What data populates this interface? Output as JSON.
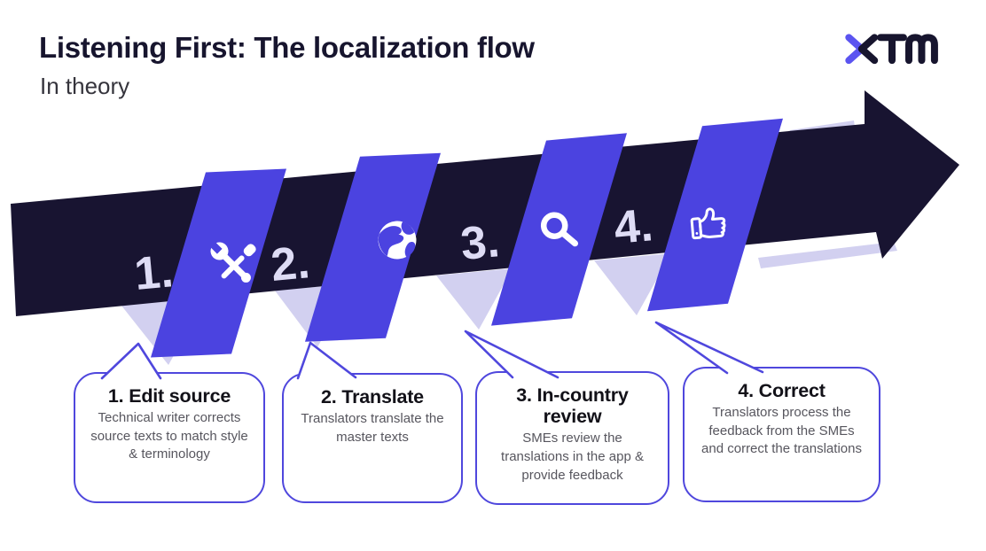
{
  "header": {
    "title": "Listening First: The localization flow",
    "subtitle": "In theory"
  },
  "logo": {
    "brand": "XTM"
  },
  "flow": {
    "shape": "ascending process arrow, left to right",
    "steps": [
      {
        "number": "1.",
        "icon": "tools-icon"
      },
      {
        "number": "2.",
        "icon": "globe-icon"
      },
      {
        "number": "3.",
        "icon": "magnifier-icon"
      },
      {
        "number": "4.",
        "icon": "thumbs-up-icon"
      }
    ]
  },
  "callouts": [
    {
      "title": "1. Edit source",
      "body": "Technical writer corrects source texts to match style & terminology"
    },
    {
      "title": "2. Translate",
      "body": "Translators translate the master texts"
    },
    {
      "title": "3. In-country review",
      "body": "SMEs review the translations in the app & provide feedback"
    },
    {
      "title": "4. Correct",
      "body": "Translators process the feedback from the SMEs and correct the translations"
    }
  ],
  "colors": {
    "background": "#ffffff",
    "arrow_dark": "#181431",
    "ribbon_blue": "#4b43e0",
    "lavender": "#d2d0f0",
    "step_number": "#dedcf5",
    "bubble_border": "#4f47dd",
    "title_text": "#17152e",
    "body_text": "#57565e",
    "logo_dark": "#17152e",
    "logo_blue": "#5b54f0"
  }
}
